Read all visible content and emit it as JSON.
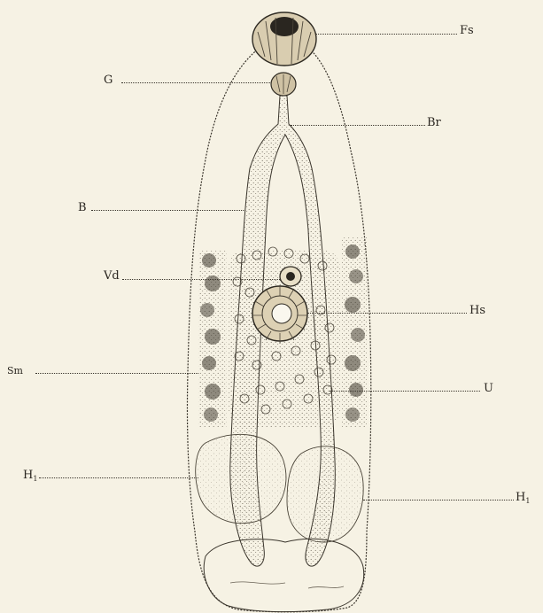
{
  "figure": {
    "labels": {
      "Fs": "Fs",
      "G": "G",
      "Br": "Br",
      "B": "B",
      "Vd": "Vd",
      "Hs": "Hs",
      "Sm": "Sm",
      "U": "U",
      "H_left": "H",
      "H_left_sub": "1",
      "H_right": "H",
      "H_right_sub": "1"
    }
  },
  "colors": {
    "paper": "#f6f2e4",
    "ink": "#2a2620",
    "stipple": "#5a544a"
  }
}
